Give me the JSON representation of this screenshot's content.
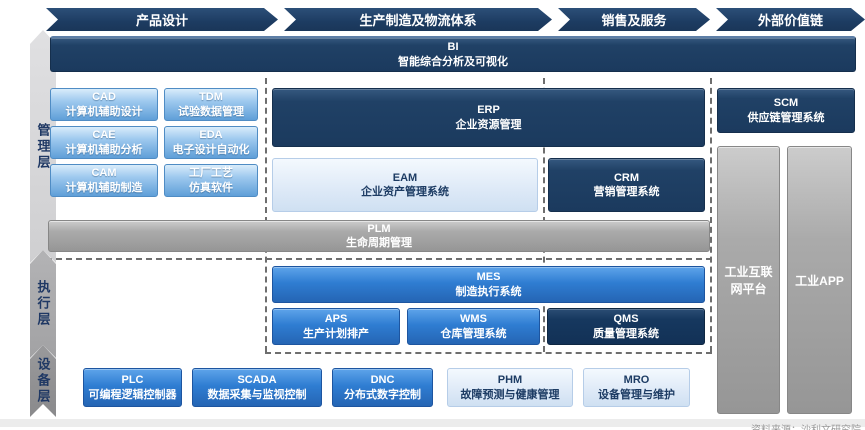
{
  "stages": [
    {
      "label": "产品设计"
    },
    {
      "label": "生产制造及物流体系"
    },
    {
      "label": "销售及服务"
    },
    {
      "label": "外部价值链"
    }
  ],
  "layers": [
    {
      "label": "管理层"
    },
    {
      "label": "执行层"
    },
    {
      "label": "设备层"
    }
  ],
  "bi": {
    "abbr": "BI",
    "name": "智能综合分析及可视化"
  },
  "design_tools": [
    {
      "abbr": "CAD",
      "name": "计算机辅助设计"
    },
    {
      "abbr": "TDM",
      "name": "试验数据管理"
    },
    {
      "abbr": "CAE",
      "name": "计算机辅助分析"
    },
    {
      "abbr": "EDA",
      "name": "电子设计自动化"
    },
    {
      "abbr": "CAM",
      "name": "计算机辅助制造"
    },
    {
      "abbr": "工厂工艺",
      "name": "仿真软件"
    }
  ],
  "management": {
    "erp": {
      "abbr": "ERP",
      "name": "企业资源管理"
    },
    "eam": {
      "abbr": "EAM",
      "name": "企业资产管理系统"
    },
    "crm": {
      "abbr": "CRM",
      "name": "营销管理系统"
    },
    "plm": {
      "abbr": "PLM",
      "name": "生命周期管理"
    },
    "scm": {
      "abbr": "SCM",
      "name": "供应链管理系统"
    }
  },
  "execution": {
    "mes": {
      "abbr": "MES",
      "name": "制造执行系统"
    },
    "aps": {
      "abbr": "APS",
      "name": "生产计划排产"
    },
    "wms": {
      "abbr": "WMS",
      "name": "仓库管理系统"
    },
    "qms": {
      "abbr": "QMS",
      "name": "质量管理系统"
    }
  },
  "device": {
    "plc": {
      "abbr": "PLC",
      "name": "可编程逻辑控制器"
    },
    "scada": {
      "abbr": "SCADA",
      "name": "数据采集与监视控制"
    },
    "dnc": {
      "abbr": "DNC",
      "name": "分布式数字控制"
    },
    "phm": {
      "abbr": "PHM",
      "name": "故障预测与健康管理"
    },
    "mro": {
      "abbr": "MRO",
      "name": "设备管理与维护"
    }
  },
  "platforms": [
    {
      "label": "工业互联\n网平台"
    },
    {
      "label": "工业APP"
    }
  ],
  "footer": {
    "source": "资料来源：沙利文研究院"
  },
  "colors": {
    "navy": "#1c3a5e",
    "navy_dark": "#123156",
    "bright_blue": "#2f7dd2",
    "light_blue": "#9dc8ee",
    "pale_blue": "#dde9f7",
    "gray": "#a8a8a8"
  }
}
